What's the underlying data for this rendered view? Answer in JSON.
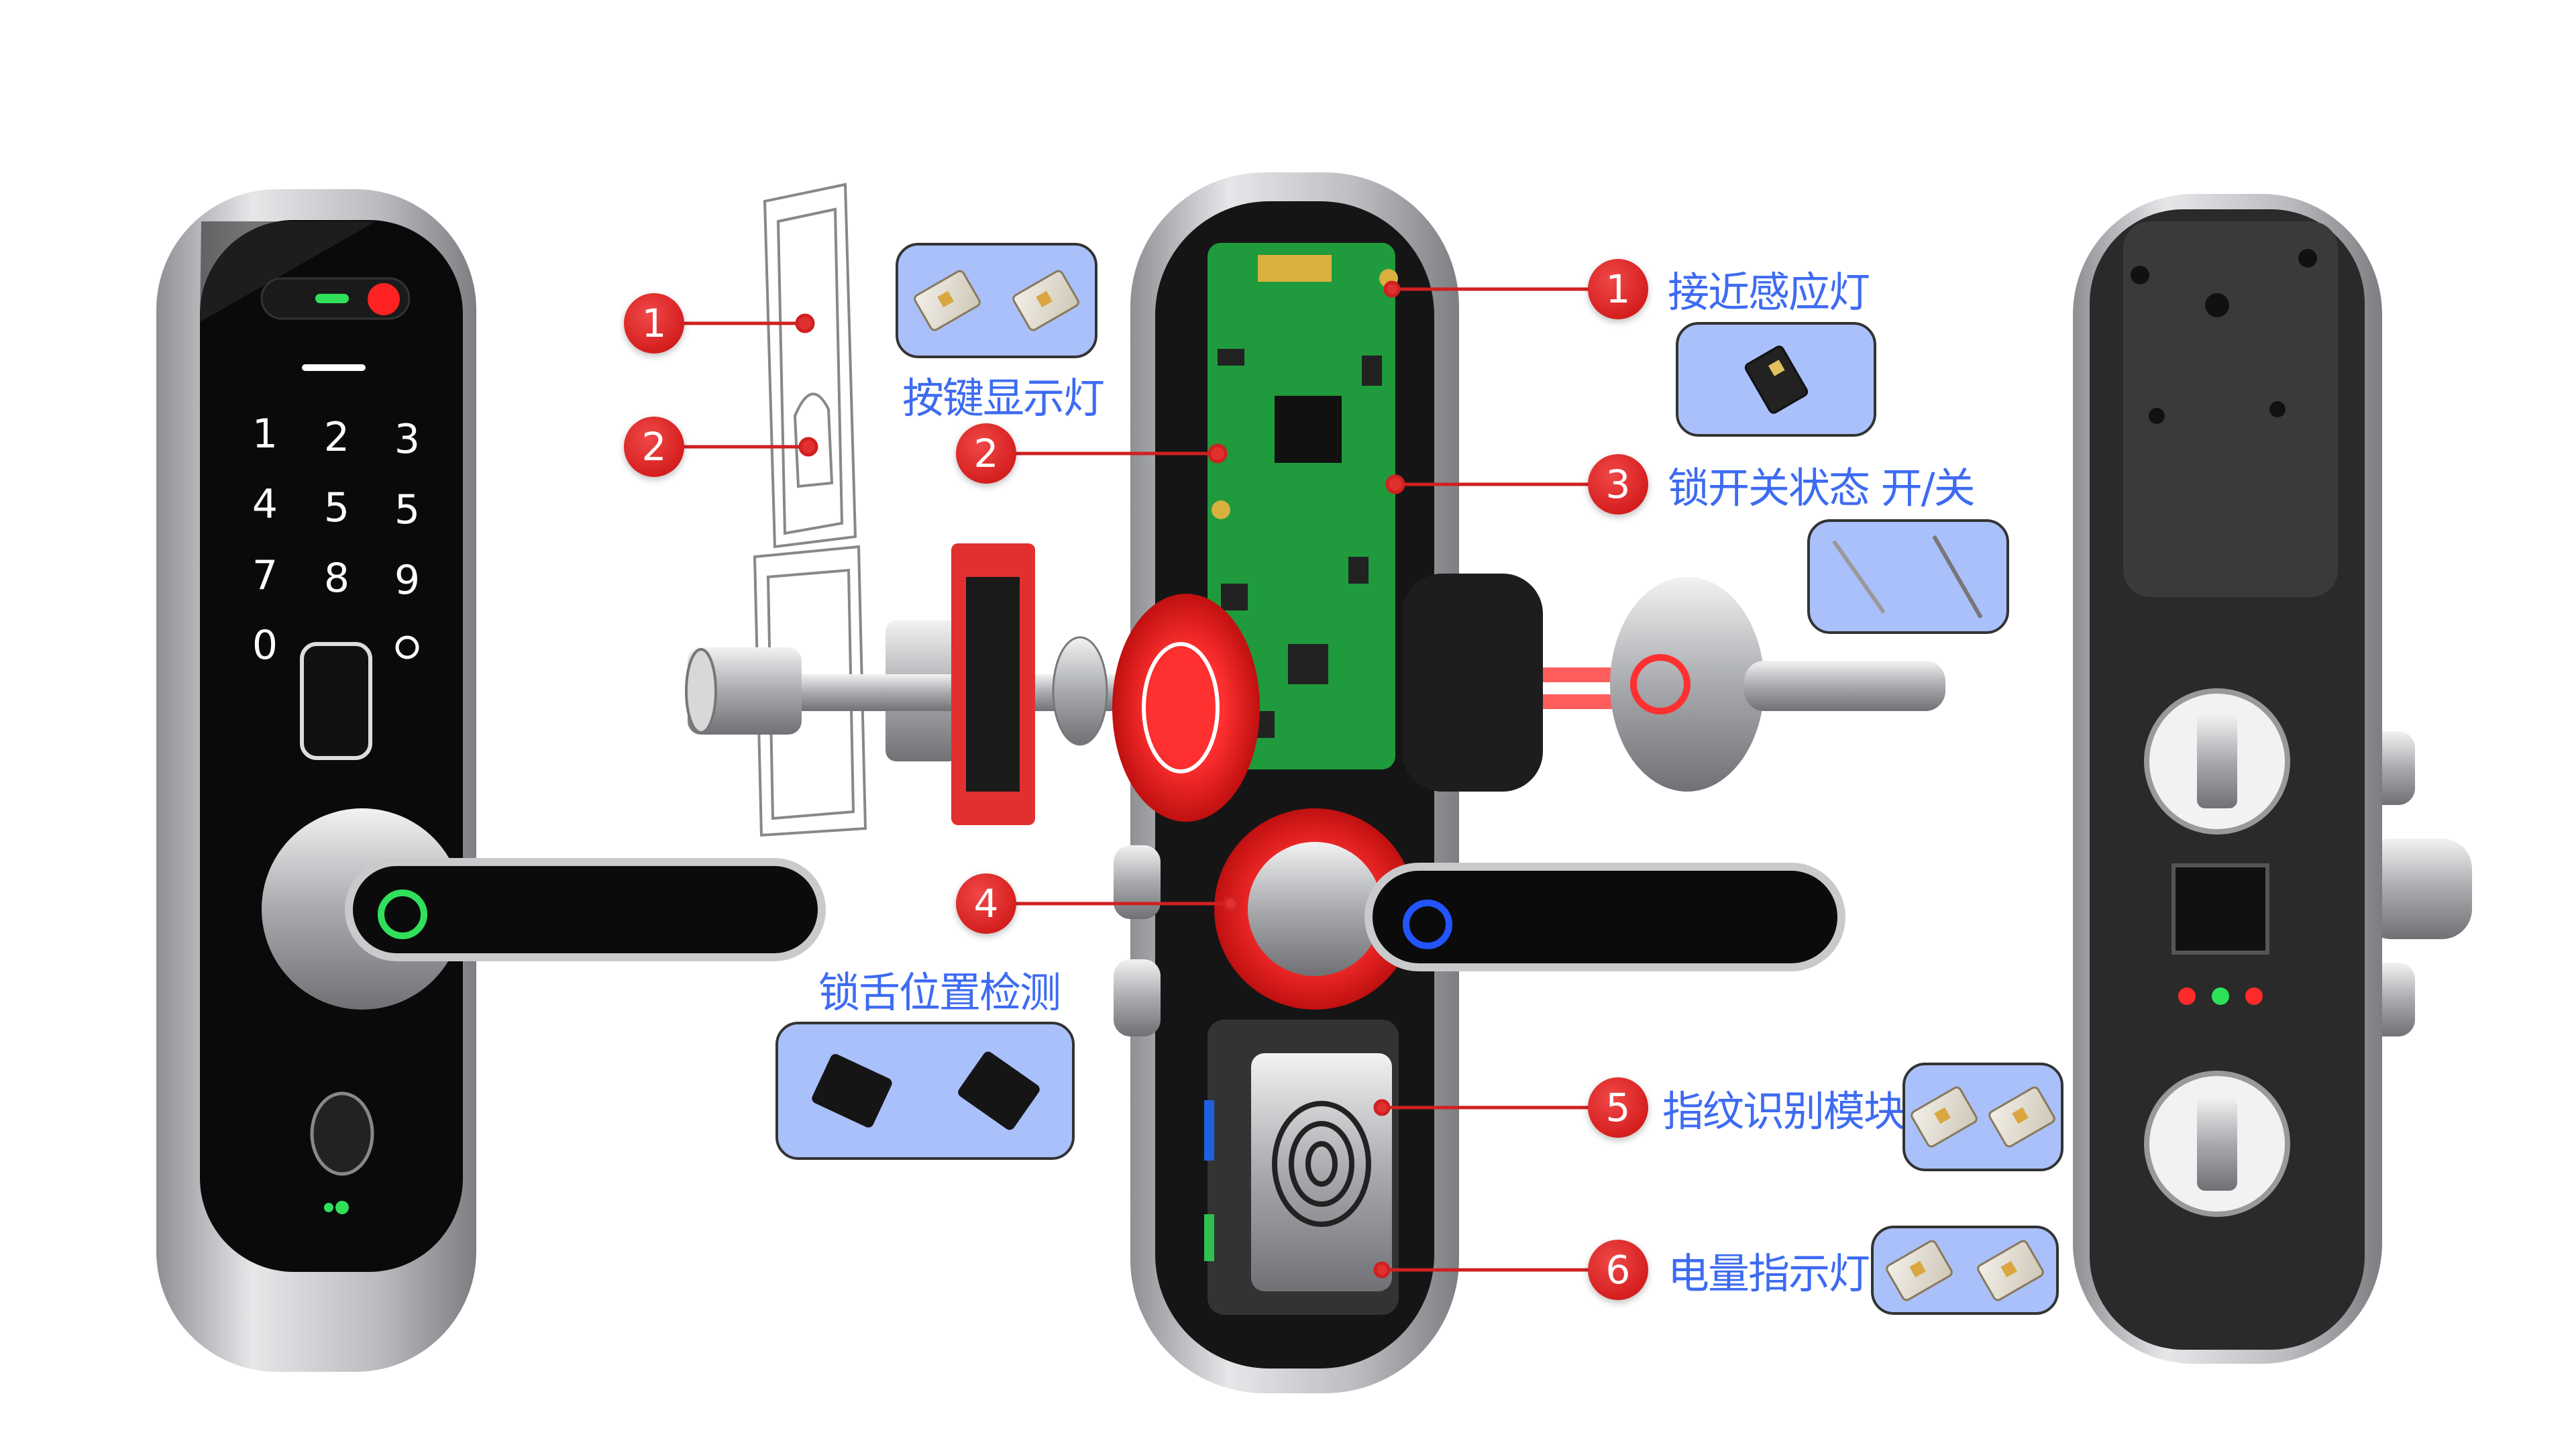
{
  "keypad": {
    "keys": [
      "1",
      "2",
      "3",
      "4",
      "5",
      "5",
      "7",
      "8",
      "9",
      "0"
    ]
  },
  "callouts": {
    "left_1": {
      "num": "1"
    },
    "left_2": {
      "num": "2"
    },
    "mid_2": {
      "num": "2",
      "label": "按键显示灯"
    },
    "mid_4": {
      "num": "4",
      "label": "锁舌位置检测"
    },
    "c1": {
      "num": "1",
      "label": "接近感应灯"
    },
    "c3": {
      "num": "3",
      "label": "锁开关状态 开/关"
    },
    "c5": {
      "num": "5",
      "label": "指纹识别模块"
    },
    "c6": {
      "num": "6",
      "label": "电量指示灯"
    }
  },
  "colors": {
    "accent": "#3d6bf2",
    "badge": "#d61f1f",
    "box": "#a9c0fa",
    "pcb": "#1f9a3c"
  }
}
